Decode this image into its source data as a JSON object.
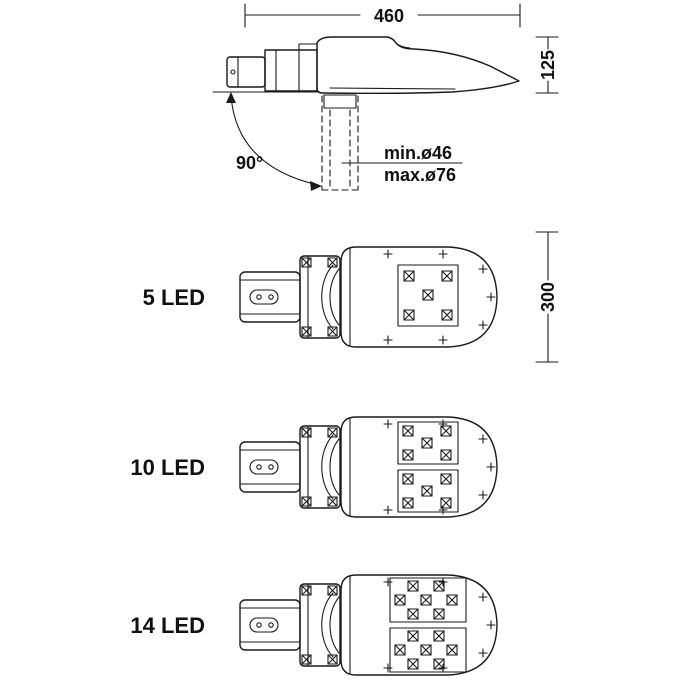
{
  "drawing": {
    "background": "#ffffff",
    "line_color": "#1a1a1a",
    "side_view": {
      "width_dim": "460",
      "height_dim": "125",
      "rotation_dim": "90°",
      "pole_min": "min.ø46",
      "pole_max": "max.ø76"
    },
    "length_dim": "300",
    "variants": [
      {
        "label": "5 LED",
        "leds": 5
      },
      {
        "label": "10 LED",
        "leds": 10
      },
      {
        "label": "14 LED",
        "leds": 14
      }
    ]
  }
}
